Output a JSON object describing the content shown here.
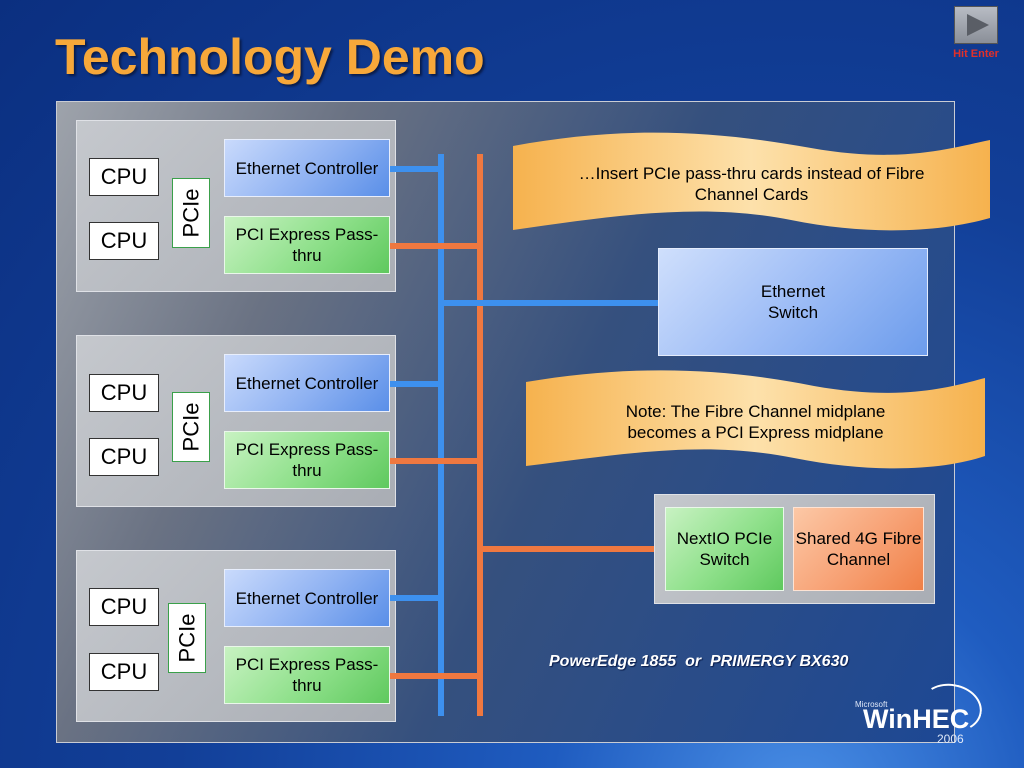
{
  "title": "Technology Demo",
  "nav": {
    "hint": "Hit Enter",
    "icon": "play-icon"
  },
  "blades": [
    {
      "cpu1": "CPU",
      "cpu2": "CPU",
      "pcie": "PCIe",
      "eth": "Ethernet Controller",
      "pci": "PCI Express Pass-thru"
    },
    {
      "cpu1": "CPU",
      "cpu2": "CPU",
      "pcie": "PCIe",
      "eth": "Ethernet Controller",
      "pci": "PCI Express Pass-thru"
    },
    {
      "cpu1": "CPU",
      "cpu2": "CPU",
      "pcie": "PCIe",
      "eth": "Ethernet Controller",
      "pci": "PCI Express Pass-thru"
    }
  ],
  "callouts": {
    "insert": "…Insert PCIe pass-thru cards instead of Fibre Channel Cards",
    "note": "Note:  The Fibre Channel midplane becomes a PCI Express midplane"
  },
  "switch": "Ethernet Switch",
  "io": {
    "nextio": "NextIO PCIe Switch",
    "shared": "Shared 4G Fibre Channel"
  },
  "caption": "PowerEdge 1855  or  PRIMERGY BX630",
  "logo": {
    "brand_small": "Microsoft",
    "brand": "WinHEC",
    "year": "2006"
  },
  "colors": {
    "ethernet_link": "#3d90ee",
    "pcie_link": "#ef7840",
    "title": "#f7a83a"
  }
}
